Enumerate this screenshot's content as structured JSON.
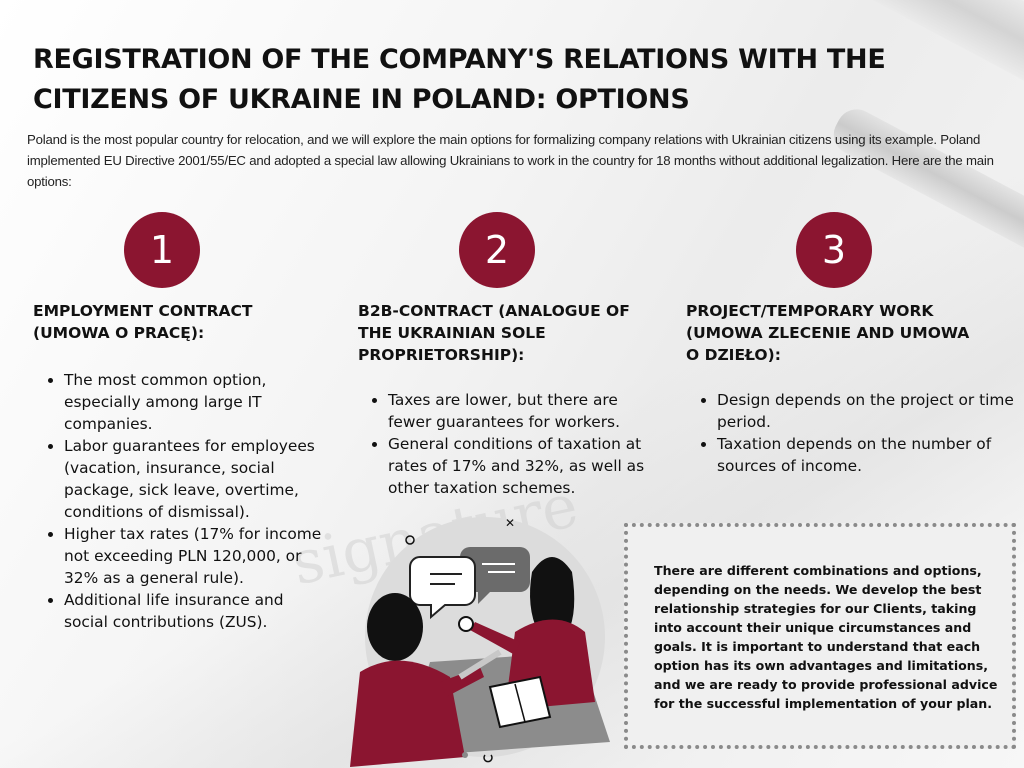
{
  "title": "REGISTRATION OF THE COMPANY'S RELATIONS WITH THE CITIZENS OF UKRAINE IN POLAND: OPTIONS",
  "intro": "Poland is the most popular country for relocation, and we will explore the main options for formalizing company relations with Ukrainian citizens using its example. Poland implemented EU Directive 2001/55/EC and adopted a special law allowing Ukrainians to work in the country for 18 months without additional legalization. Here are the main options:",
  "options": [
    {
      "number": "1",
      "title": "EMPLOYMENT CONTRACT (UMOWA O PRACĘ):",
      "bullets": [
        "The most common option, especially among large IT companies.",
        "Labor guarantees for employees (vacation, insurance, social package, sick leave, overtime, conditions of dismissal).",
        "Higher tax rates (17% for income not exceeding PLN 120,000, or 32% as a general rule).",
        "Additional life insurance and social contributions (ZUS)."
      ]
    },
    {
      "number": "2",
      "title": "B2B-CONTRACT (ANALOGUE OF THE UKRAINIAN SOLE PROPRIETORSHIP):",
      "bullets": [
        "Taxes are lower, but there are fewer guarantees for workers.",
        "General conditions of taxation at rates of 17% and 32%, as well as other taxation schemes."
      ]
    },
    {
      "number": "3",
      "title": "PROJECT/TEMPORARY WORK (UMOWA ZLECENIE AND UMOWA O DZIEŁO):",
      "bullets": [
        "Design depends on the project or time period.",
        "Taxation depends on the number of sources of income."
      ]
    }
  ],
  "note": "There are different combinations and options, depending on the needs. We develop the best relationship strategies for our Clients, taking into account their unique circumstances and goals. It is important to understand that each option has its own advantages and limitations, and we are ready to provide professional advice for the successful implementation of your plan.",
  "colors": {
    "accent": "#8b1530",
    "note_bg": "#f0f0f0",
    "note_border": "#8a8a8a"
  }
}
